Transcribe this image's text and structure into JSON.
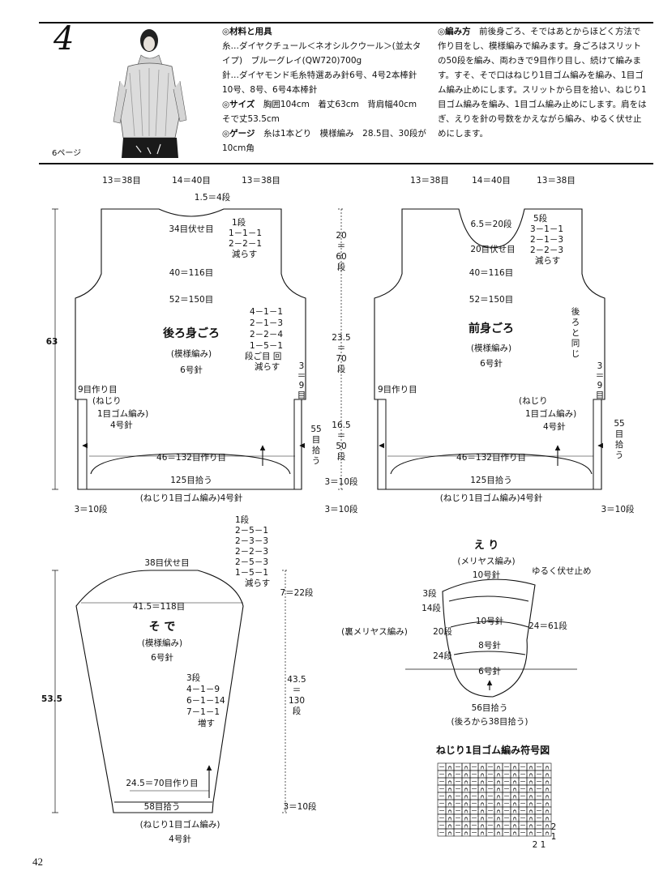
{
  "header": {
    "pattern_number": "4",
    "page_ref": "6ページ",
    "materials": {
      "title": "材料と用具",
      "yarn": "糸…ダイヤクチュール＜ネオシルクウール＞(並太タイプ)　ブルーグレイ(QW720)700g",
      "needles": "針…ダイヤモンド毛糸特選あみ針6号、4号2本棒針　10号、8号、6号4本棒針",
      "size_title": "サイズ",
      "size": "胸囲104cm　着丈63cm　背肩幅40cm　そで丈53.5cm",
      "gauge_title": "ゲージ",
      "gauge": "糸は1本どり　模様編み　28.5目、30段が10cm角"
    },
    "method": {
      "title": "編み方",
      "text": "前後身ごろ、そではあとからほどく方法で作り目をし、模様編みで編みます。身ごろはスリットの50段を編み、両わきで9目作り目し、続けて編みます。すそ、そで口はねじり1目ゴム編みを編み、1目ゴム編み止めにします。スリットから目を拾い、ねじり1目ゴム編みを編み、1目ゴム編み止めにします。肩をはぎ、えりを針の号数をかえながら編み、ゆるく伏せ止めにします。"
    }
  },
  "back": {
    "top_dims": [
      "13＝38目",
      "14＝40目",
      "13＝38目"
    ],
    "neck_depth": "1.5＝4段",
    "neck_bindoff": "34目伏せ目",
    "neck_dec": [
      "1段",
      "1－1－1",
      "2－2－1",
      "減らす"
    ],
    "height_total": "63",
    "width_40": "40＝116目",
    "width_52": "52＝150目",
    "armhole_dec": [
      "4－1－1",
      "2－1－3",
      "2－2－4",
      "1－5－1",
      "段ご目 回",
      "減らす"
    ],
    "title": "後ろ身ごろ",
    "subtitle": "(模様編み)",
    "needle": "6号針",
    "slit_rows": [
      "3",
      "＝",
      "9",
      "目"
    ],
    "cast_on_side": "9目作り目",
    "rib_label": [
      "(ねじり",
      "1目ゴム編み)",
      "4号針"
    ],
    "pickup_side": [
      "55",
      "目",
      "拾",
      "う"
    ],
    "cast_on_main": "46＝132目作り目",
    "pickup_bottom": "125目拾う",
    "bottom_label": "(ねじり1目ゴム編み)4号針",
    "rib_rows": "3＝10段"
  },
  "center_dims": {
    "armhole": [
      "20",
      "＝",
      "60",
      "段"
    ],
    "body": [
      "23.5",
      "＝",
      "70",
      "段"
    ],
    "slit": [
      "16.5",
      "＝",
      "50",
      "段"
    ],
    "rib": "3＝10段",
    "rib_bottom": "3＝10段"
  },
  "front": {
    "top_dims": [
      "13＝38目",
      "14＝40目",
      "13＝38目"
    ],
    "neck_depth": "6.5＝20段",
    "neck_bindoff": "20目伏せ目",
    "neck_dec": [
      "5段",
      "3－1－1",
      "2－1－3",
      "2－2－3",
      "減らす"
    ],
    "width_40": "40＝116目",
    "width_52": "52＝150目",
    "armhole_note": [
      "後",
      "ろ",
      "と",
      "同",
      "じ"
    ],
    "title": "前身ごろ",
    "subtitle": "(模様編み)",
    "needle": "6号針",
    "slit_rows": [
      "3",
      "＝",
      "9",
      "目"
    ],
    "cast_on_side": "9目作り目",
    "rib_label": [
      "(ねじり",
      "1目ゴム編み)",
      "4号針"
    ],
    "pickup_side": [
      "55",
      "目",
      "拾",
      "う"
    ],
    "cast_on_main": "46＝132目作り目",
    "pickup_bottom": "125目拾う",
    "bottom_label": "(ねじり1目ゴム編み)4号針",
    "rib_rows": "3＝10段"
  },
  "sleeve": {
    "cap_dec": [
      "1段",
      "2－5－1",
      "2－3－3",
      "2－2－3",
      "2－5－3",
      "1－5－1",
      "減らす"
    ],
    "cap_bindoff": "38目伏せ目",
    "cap_rows": "7＝22段",
    "width_top": "41.5＝118目",
    "title": "そ で",
    "subtitle": "(模様編み)",
    "needle": "6号針",
    "inc": [
      "3段",
      "4－1－9",
      "6－1－14",
      "7－1－1",
      "増す"
    ],
    "length_total": "53.5",
    "body_rows": [
      "43.5",
      "＝",
      "130",
      "段"
    ],
    "cast_on": "24.5＝70目作り目",
    "pickup": "58目拾う",
    "rib_rows": "3＝10段",
    "rib_label": [
      "(ねじり1目ゴム編み)",
      "4号針"
    ]
  },
  "collar": {
    "title": "え り",
    "subtitle": "(メリヤス編み)",
    "needle_top": "10号針",
    "bindoff": "ゆるく伏せ止め",
    "rows": [
      "3段",
      "14段",
      "20段",
      "24段"
    ],
    "reverse": "(裏メリヤス編み)",
    "height": "24＝61段",
    "needles": [
      "10号針",
      "8号針",
      "6号針"
    ],
    "pickup": "56目拾う",
    "pickup_note": "(後ろから38目拾う)"
  },
  "chart": {
    "title": "ねじり1目ゴム編み符号図",
    "row_labels": [
      "2",
      "1"
    ],
    "col_labels": [
      "2",
      "1"
    ]
  },
  "page_number": "42"
}
